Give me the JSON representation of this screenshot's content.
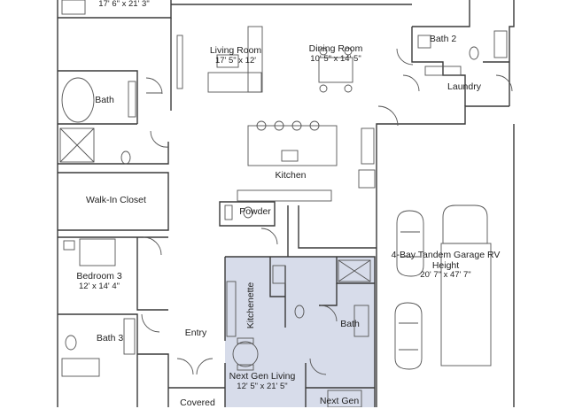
{
  "plan": {
    "colors": {
      "wall": "#3a3a3a",
      "fixture": "#555555",
      "next_gen_fill": "#d7dcea",
      "background": "#ffffff"
    },
    "rooms": [
      {
        "key": "primary",
        "name": "",
        "dims": "17' 6\" x 21' 3\""
      },
      {
        "key": "living",
        "name": "Living Room",
        "dims": "17' 5\" x 12'"
      },
      {
        "key": "dining",
        "name": "Dining Room",
        "dims": "10' 5\" x 14' 5\""
      },
      {
        "key": "bath2",
        "name": "Bath 2",
        "dims": ""
      },
      {
        "key": "laundry",
        "name": "Laundry",
        "dims": ""
      },
      {
        "key": "bath",
        "name": "Bath",
        "dims": ""
      },
      {
        "key": "kitchen",
        "name": "Kitchen",
        "dims": ""
      },
      {
        "key": "walkin",
        "name": "Walk-In Closet",
        "dims": ""
      },
      {
        "key": "powder",
        "name": "Powder",
        "dims": ""
      },
      {
        "key": "garage",
        "name": "4-Bay Tandem Garage RV Height",
        "dims": "20' 7\" x 47' 7\""
      },
      {
        "key": "bedroom3",
        "name": "Bedroom 3",
        "dims": "12' x 14' 4\""
      },
      {
        "key": "kitchenette",
        "name": "Kitchenette",
        "dims": ""
      },
      {
        "key": "ngbath",
        "name": "Bath",
        "dims": ""
      },
      {
        "key": "bath3",
        "name": "Bath 3",
        "dims": ""
      },
      {
        "key": "entry",
        "name": "Entry",
        "dims": ""
      },
      {
        "key": "ngliving",
        "name": "Next Gen Living",
        "dims": "12' 5\" x 21' 5\""
      },
      {
        "key": "nextgen",
        "name": "Next Gen",
        "dims": ""
      },
      {
        "key": "covered",
        "name": "Covered",
        "dims": ""
      }
    ]
  }
}
